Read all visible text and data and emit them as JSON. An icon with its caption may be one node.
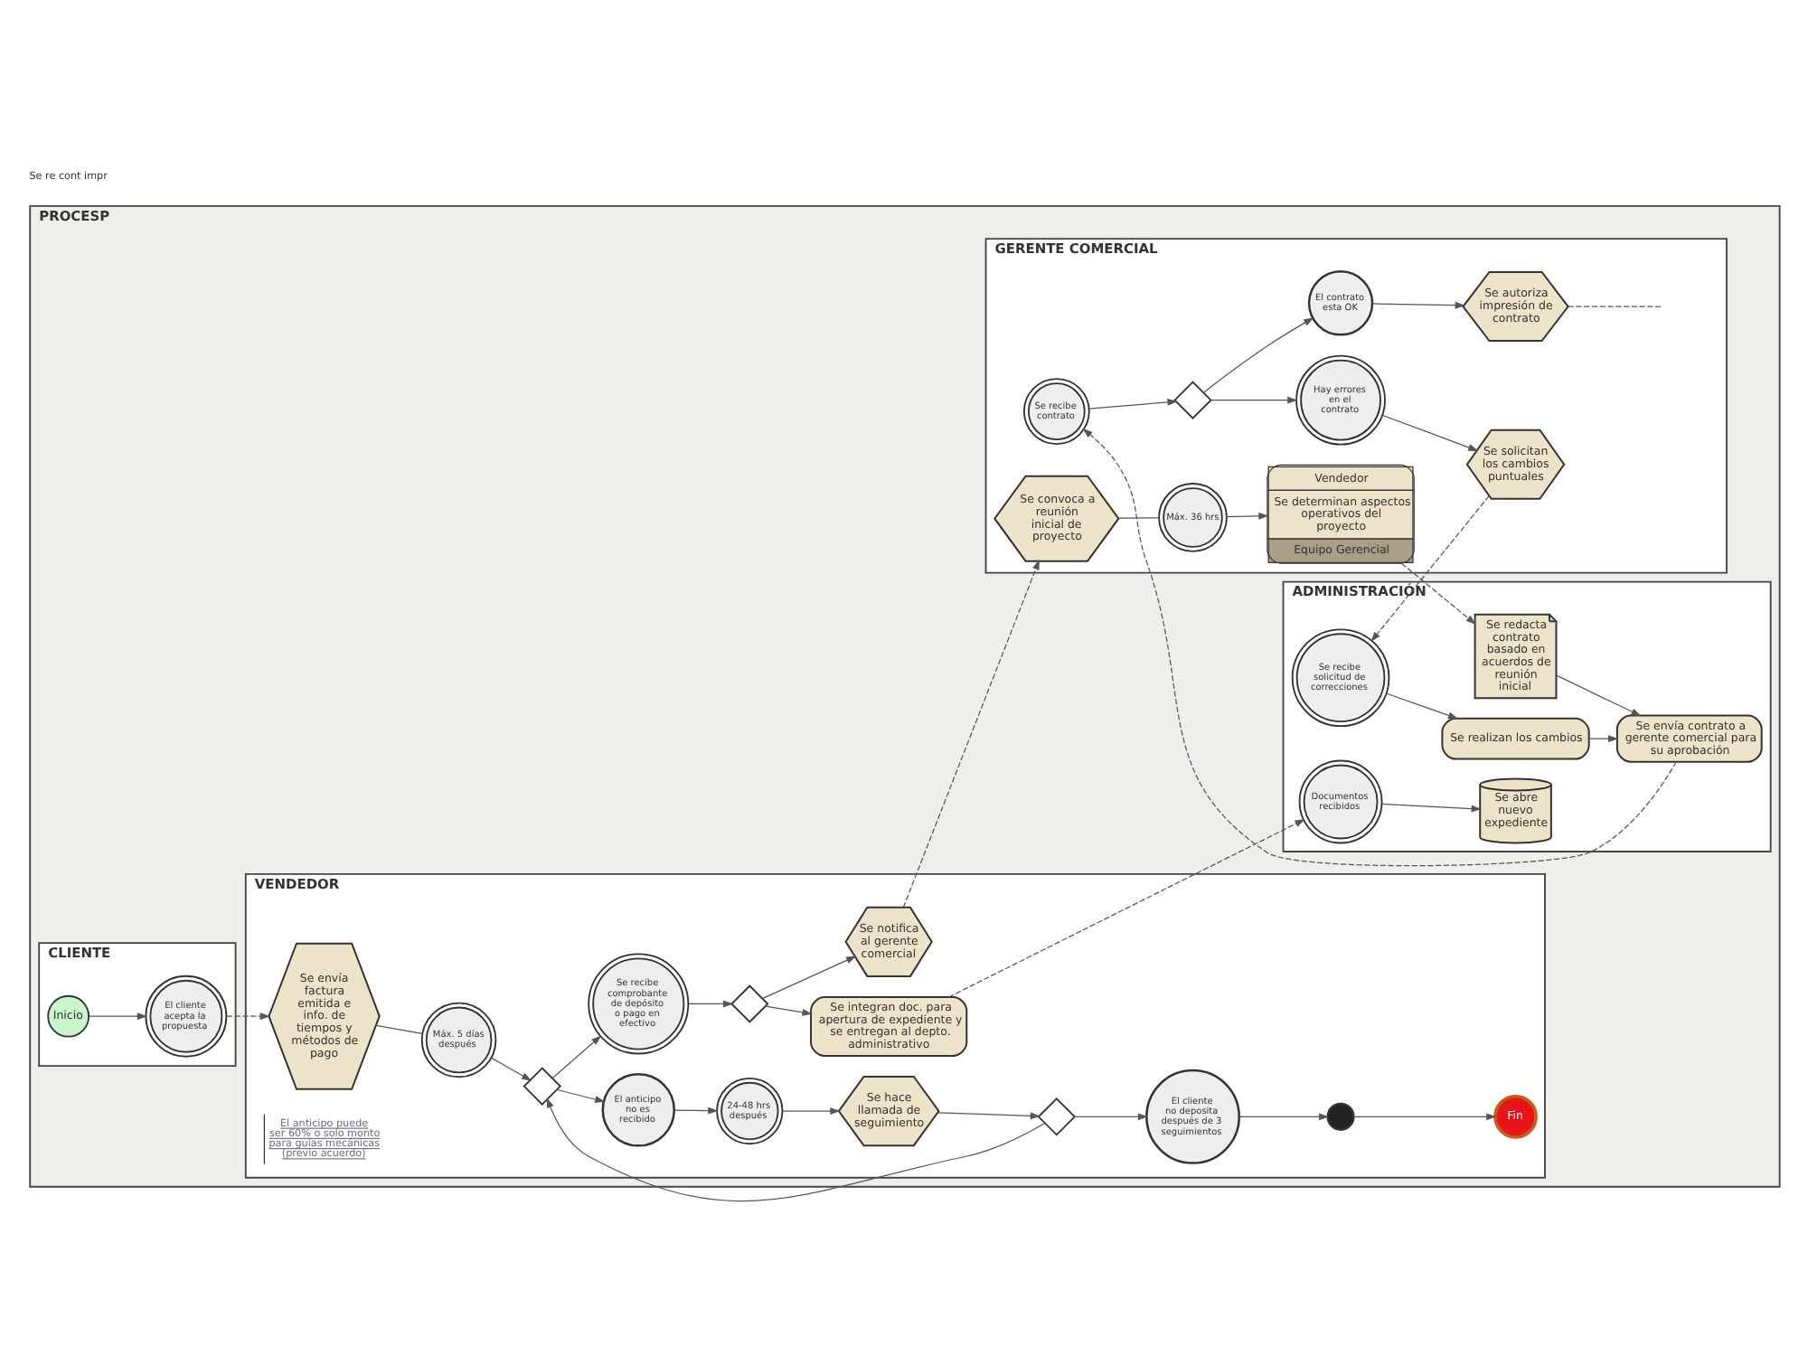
{
  "diagram": {
    "nodes": [
      {
        "text": [
          "PROCESP"
        ]
      },
      {
        "text": [
          "CLIENTE"
        ],
        "in": 0
      },
      {
        "text": [
          "Inicio"
        ],
        "in": 1
      },
      {
        "text": [
          "El cliente acepta la propuesta"
        ],
        "in": 1
      },
      {
        "text": [
          "VENDEDOR"
        ],
        "in": 0
      },
      {
        "text": [
          "Se envía factura emitida e info. de tiempos y métodos de pago"
        ],
        "in": 4,
        "beside": [
          "El anticipo puede ser 60% o solo monto para guías mecánicas (previo acuerdo)"
        ]
      },
      {
        "text": [],
        "shape": "circle",
        "in": 4
      },
      {
        "text": [
          "Fin"
        ],
        "in": 4
      },
      {
        "text": [
          "El cliente no deposita después de 3 seguimientos"
        ],
        "in": 4
      },
      {
        "text": [],
        "shape": "diamond",
        "in": 4
      },
      {
        "text": [
          "Se hace llamada de seguimiento"
        ],
        "in": 4
      },
      {
        "text": [
          "Máx. 5 días después"
        ],
        "in": 4
      },
      {
        "text": [
          "24-48 hrs después"
        ],
        "in": 4
      },
      {
        "text": [],
        "shape": "diamond",
        "in": 4
      },
      {
        "text": [
          "El anticipo no es recibido"
        ],
        "in": 4
      },
      {
        "text": [
          "Se recibe comprobante de depósito o pago en efectivo"
        ],
        "in": 4
      },
      {
        "text": [],
        "shape": "diamond",
        "in": 4
      },
      {
        "text": [
          "Se integran doc. para apertura de expediente y se entregan al depto. administrativo"
        ],
        "in": 4
      },
      {
        "text": [
          "Se notifica al gerente comercial"
        ],
        "in": 4
      },
      {
        "text": [
          "ADMINISTRACIÓN"
        ],
        "in": 0
      },
      {
        "text": [
          "Documentos recibidos"
        ],
        "in": 19
      },
      {
        "text": [
          "Se abre nuevo expediente"
        ],
        "in": 19
      },
      {
        "text": [
          "Se redacta contrato basado en acuerdos de reunión inicial"
        ],
        "in": 19
      },
      {
        "text": [
          "Se envía contrato a gerente comercial para su aprobación"
        ],
        "in": 19
      },
      {
        "text": [
          "Se realizan los cambios"
        ],
        "in": 19
      },
      {
        "text": [
          "Se recibe solicitud de correcciones"
        ],
        "in": 19
      },
      {
        "text": [
          "GERENTE COMERCIAL"
        ],
        "in": 0
      },
      {
        "text": [
          "Se convoca a reunión inicial de proyecto"
        ],
        "in": 26
      },
      {
        "text": [
          "Máx. 36 hrs"
        ],
        "in": 26
      },
      {
        "text": [
          "Vendedor",
          "Se determinan aspectos operativos del proyecto",
          "Equipo Gerencial"
        ],
        "in": 26
      },
      {
        "text": [
          "Se recibe contrato"
        ],
        "in": 26
      },
      {
        "text": [],
        "shape": "diamond",
        "in": 26
      },
      {
        "text": [
          "Hay errores en el contrato"
        ],
        "in": 26
      },
      {
        "text": [
          "Se solicitan los cambios puntuales"
        ],
        "in": 26
      },
      {
        "text": [
          "El contrato esta OK"
        ],
        "in": 26
      },
      {
        "text": [
          "Se autoriza impresión de contrato"
        ],
        "in": 26
      }
    ],
    "edges": [
      {
        "from": 2,
        "to": 3,
        "arrow": "to"
      },
      {
        "from": 3,
        "to": 5,
        "arrow": "to",
        "style": "dashed"
      },
      {
        "from": 5,
        "to": 11,
        "arrow": "none"
      },
      {
        "from": 11,
        "to": 13,
        "arrow": "to"
      },
      {
        "from": 10,
        "to": 9,
        "arrow": "to"
      },
      {
        "from": 9,
        "to": 8,
        "arrow": "to"
      },
      {
        "from": 8,
        "to": 6,
        "arrow": "to"
      },
      {
        "from": 6,
        "to": 7,
        "arrow": "to"
      },
      {
        "from": 9,
        "to": 13,
        "arrow": "to"
      },
      {
        "from": 13,
        "to": 14,
        "arrow": "to"
      },
      {
        "from": 14,
        "to": 12,
        "arrow": "to"
      },
      {
        "from": 12,
        "to": 10,
        "arrow": "to"
      },
      {
        "from": 13,
        "to": 15,
        "arrow": "to"
      },
      {
        "from": 15,
        "to": 16,
        "arrow": "to"
      },
      {
        "from": 16,
        "to": 17,
        "arrow": "to"
      },
      {
        "from": 16,
        "to": 18,
        "arrow": "to"
      },
      {
        "from": 17,
        "to": 20,
        "arrow": "to",
        "style": "dashed"
      },
      {
        "from": 18,
        "to": 27,
        "arrow": "to",
        "style": "dashed"
      },
      {
        "from": 20,
        "to": 21,
        "arrow": "to"
      },
      {
        "from": 27,
        "to": 28,
        "arrow": "none"
      },
      {
        "from": 28,
        "to": 29,
        "arrow": "to"
      },
      {
        "from": 29,
        "to": 22,
        "arrow": "to",
        "style": "dashed"
      },
      {
        "from": 22,
        "to": 23,
        "arrow": "to"
      },
      {
        "from": 24,
        "to": 23,
        "arrow": "to"
      },
      {
        "from": 25,
        "to": 24,
        "arrow": "to"
      },
      {
        "from": 33,
        "to": 25,
        "arrow": "to",
        "style": "dashed"
      },
      {
        "from": 23,
        "to": 30,
        "arrow": "to",
        "style": "dashed"
      },
      {
        "from": 30,
        "to": 31,
        "arrow": "to"
      },
      {
        "from": 31,
        "to": 32,
        "arrow": "to"
      },
      {
        "from": 31,
        "to": 34,
        "arrow": "to"
      },
      {
        "from": 32,
        "to": 33,
        "arrow": "to"
      },
      {
        "from": 34,
        "to": 35,
        "arrow": "to"
      },
      {
        "from": 35,
        "to": null,
        "arrow": "none",
        "style": "dashed"
      }
    ],
    "labels": [
      "Se re cont impr"
    ]
  }
}
